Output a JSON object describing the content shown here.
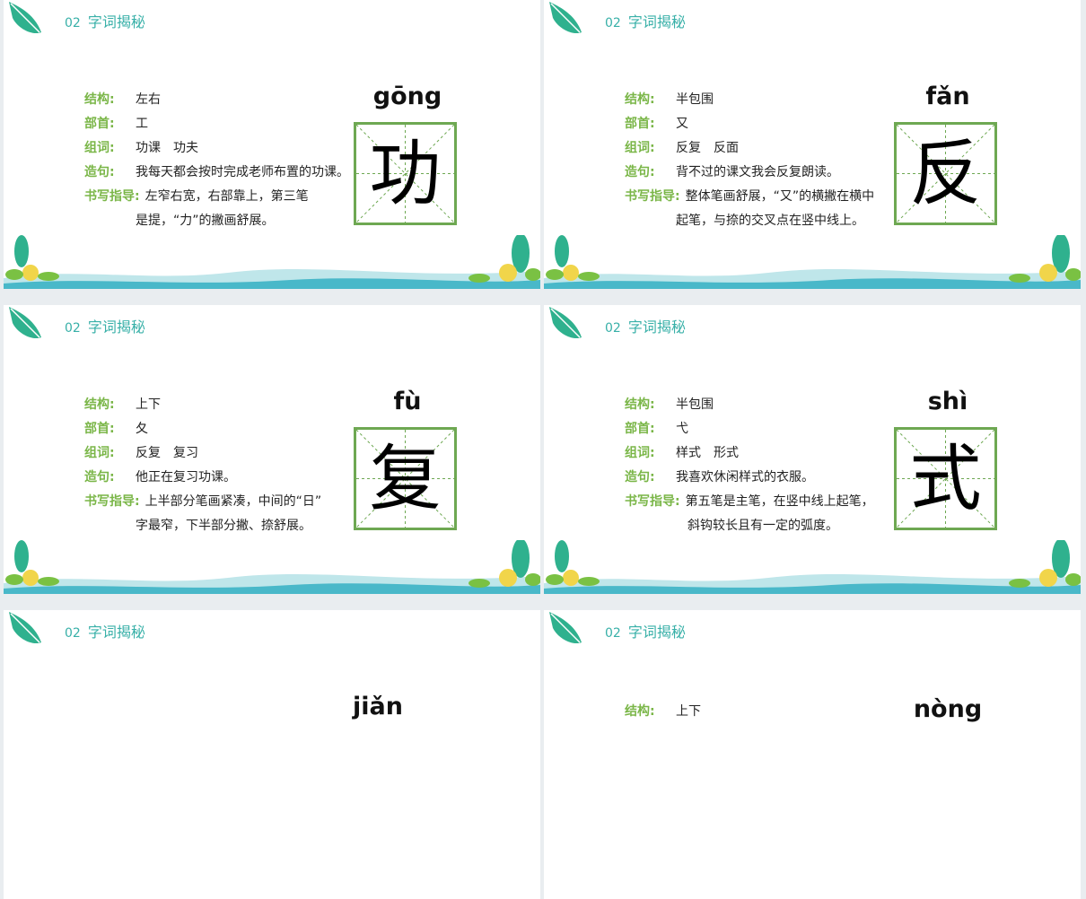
{
  "section": {
    "num": "02",
    "title": "字词揭秘"
  },
  "labels": {
    "structure": "结构:",
    "radical": "部首:",
    "words": "组词:",
    "sentence": "造句:",
    "guide": "书写指导:"
  },
  "slides": [
    {
      "pinyin": "gōng",
      "char": "功",
      "structure": "左右",
      "radical": "工",
      "words": "功课　功夫",
      "sentence": "我每天都会按时完成老师布置的功课。",
      "guide1": "左窄右宽，右部靠上，第三笔",
      "guide2": "是提，“力”的撇画舒展。"
    },
    {
      "pinyin": "fǎn",
      "char": "反",
      "structure": "半包围",
      "radical": "又",
      "words": "反复　反面",
      "sentence": "背不过的课文我会反复朗读。",
      "guide1": "整体笔画舒展，“又”的横撇在横中",
      "guide2": "起笔，与捺的交叉点在竖中线上。"
    },
    {
      "pinyin": "fù",
      "char": "复",
      "structure": "上下",
      "radical": "夂",
      "words": "反复　复习",
      "sentence": "他正在复习功课。",
      "guide1": " 上半部分笔画紧凑，中间的“日”",
      "guide2": "字最窄，下半部分撇、捺舒展。"
    },
    {
      "pinyin": "shì",
      "char": "式",
      "structure": "半包围",
      "radical": "弋",
      "words": "样式　形式",
      "sentence": "我喜欢休闲样式的衣服。",
      "guide1": "第五笔是主笔，在竖中线上起笔，",
      "guide2": "斜钩较长且有一定的弧度。"
    },
    {
      "pinyin": "jiǎn"
    },
    {
      "pinyin": "nòng",
      "structure": "上下"
    }
  ]
}
